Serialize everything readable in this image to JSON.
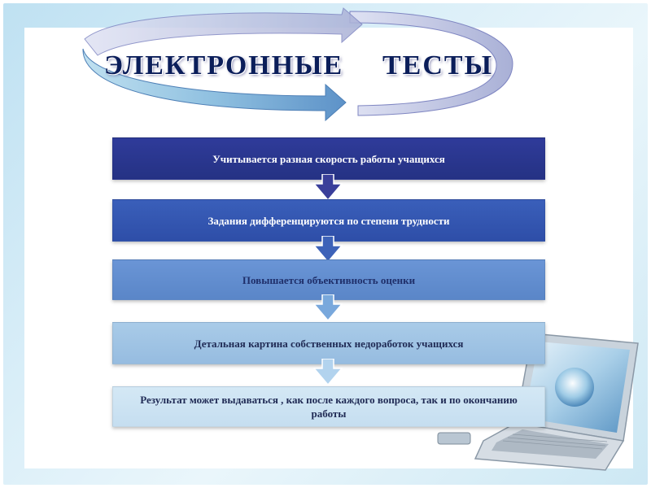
{
  "slide": {
    "title_word1": "ЭЛЕКТРОННЫЕ",
    "title_word2": "ТЕСТЫ",
    "steps": [
      {
        "label": "Учитывается разная скорость работы учащихся"
      },
      {
        "label": "Задания дифференцируются по степени трудности"
      },
      {
        "label": "Повышается объективность оценки"
      },
      {
        "label": "Детальная картина собственных недоработок учащихся"
      },
      {
        "label": "Результат может выдаваться , как после каждого вопроса, так и по окончанию работы"
      }
    ]
  },
  "colors": {
    "title": "#0b1e5a",
    "step1": "#2a3590",
    "step2": "#3355ae",
    "step3": "#6290d0",
    "step4": "#a0c4e4",
    "step5": "#cde3f2",
    "swoosh": "#7fb0d8"
  },
  "icons": [
    "swoosh-arrow-icon",
    "down-arrow-icon",
    "laptop-icon"
  ]
}
